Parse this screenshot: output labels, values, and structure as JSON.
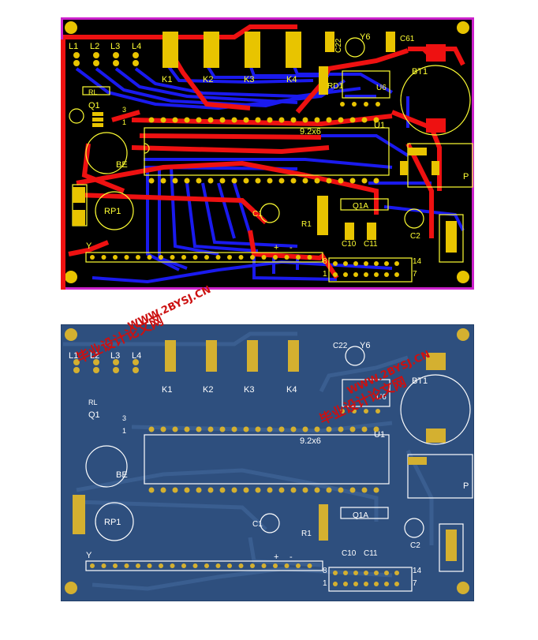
{
  "colors": {
    "board_top": "#000000",
    "outline_top": "#cc22cc",
    "top_trace": "#ee1111",
    "bottom_trace": "#1a1aee",
    "silkscreen": "#ffff33",
    "pad": "#e8c400",
    "board_bottom": "#2e4f7e",
    "board_bottom_trace": "#3a5e90",
    "silk_bottom": "#ffffff",
    "pad_bottom": "#d4b030",
    "watermark": "#cc1010"
  },
  "labels": {
    "leds": [
      "L1",
      "L2",
      "L3",
      "L4"
    ],
    "keys": [
      "K1",
      "K2",
      "K3",
      "K4"
    ],
    "rl": "RL",
    "q1": "Q1",
    "q1_pin3": "3",
    "q1_pin1": "1",
    "be": "BE",
    "rp1": "RP1",
    "c22": "C22",
    "y6": "Y6",
    "c61": "C61",
    "rd1": "RD1",
    "u6": "U6",
    "bt1": "BT1",
    "u1": "U1",
    "chip": "9.2x6",
    "p": "P",
    "q1a": "Q1A",
    "r1": "R1",
    "c10": "C10",
    "c11": "C11",
    "c1": "C1",
    "c2": "C2",
    "y": "Y",
    "plus": "+",
    "minus": "-",
    "hdr_8": "8",
    "hdr_14": "14",
    "hdr_1": "1",
    "hdr_7": "7"
  },
  "watermarks": {
    "brand_cn": "毕业设计论文网",
    "url": "WWW.2BYSJ.CN"
  }
}
